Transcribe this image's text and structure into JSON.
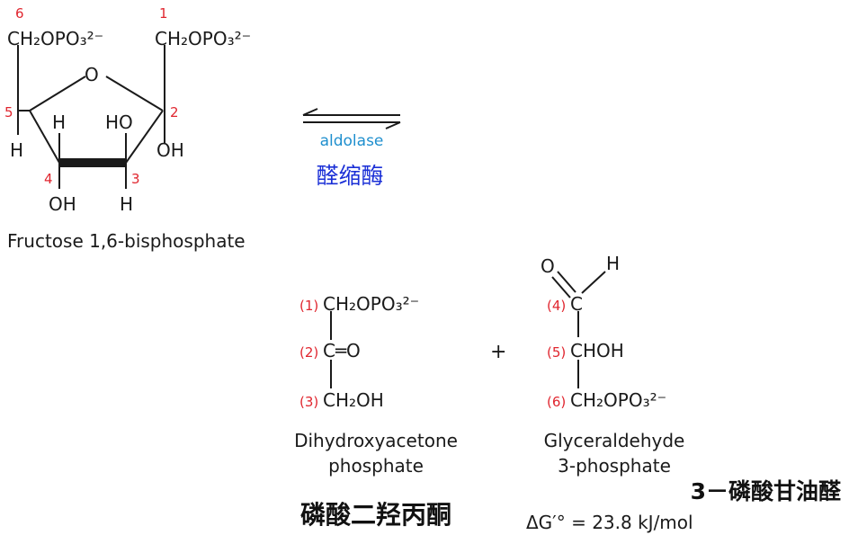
{
  "fructose": {
    "c6_number": "6",
    "c1_number": "1",
    "c5_number": "5",
    "c2_number": "2",
    "c4_number": "4",
    "c3_number": "3",
    "ring_o": "O",
    "c6_group": "CH₂OPO₃²⁻",
    "c1_group": "CH₂OPO₃²⁻",
    "c5_h": "H",
    "c4_h": "H",
    "c4_oh": "OH",
    "c3_ho": "HO",
    "c3_h": "H",
    "c2_oh": "OH",
    "name": "Fructose 1,6-bisphosphate"
  },
  "reaction": {
    "enzyme": "aldolase",
    "enzyme_cn": "醛缩酶",
    "plus": "+"
  },
  "dhap": {
    "n1": "(1)",
    "n2": "(2)",
    "n3": "(3)",
    "g1": "CH₂OPO₃²⁻",
    "g2": "C═O",
    "g3": "CH₂OH",
    "name_line1": "Dihydroxyacetone",
    "name_line2": "phosphate",
    "name_cn": "磷酸二羟丙酮"
  },
  "gap": {
    "o": "O",
    "h": "H",
    "n4": "(4)",
    "n5": "(5)",
    "n6": "(6)",
    "g4": "C",
    "g5": "CHOH",
    "g6": "CH₂OPO₃²⁻",
    "name_line1": "Glyceraldehyde",
    "name_line2": "3-phosphate",
    "name_cn": "3－磷酸甘油醛"
  },
  "energy": {
    "text": "ΔG′° = 23.8 kJ/mol"
  }
}
